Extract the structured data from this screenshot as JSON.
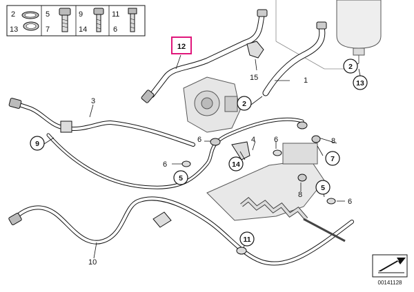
{
  "legend": {
    "cells": [
      {
        "top": "2",
        "bottom": "13"
      },
      {
        "top": "5",
        "bottom": "7"
      },
      {
        "top": "9",
        "bottom": "14"
      },
      {
        "top": "11",
        "bottom": "6"
      }
    ]
  },
  "callouts": {
    "highlight": "12",
    "plain": [
      {
        "id": "c1",
        "text": "1"
      },
      {
        "id": "c3",
        "text": "3"
      },
      {
        "id": "c4",
        "text": "4"
      },
      {
        "id": "c6a",
        "text": "6"
      },
      {
        "id": "c6b",
        "text": "6"
      },
      {
        "id": "c6c",
        "text": "6"
      },
      {
        "id": "c6d",
        "text": "6"
      },
      {
        "id": "c8a",
        "text": "8"
      },
      {
        "id": "c8b",
        "text": "8"
      },
      {
        "id": "c10",
        "text": "10"
      },
      {
        "id": "c15",
        "text": "15"
      }
    ],
    "circled": [
      {
        "id": "o2a",
        "text": "2"
      },
      {
        "id": "o2b",
        "text": "2"
      },
      {
        "id": "o13",
        "text": "13"
      },
      {
        "id": "o9",
        "text": "9"
      },
      {
        "id": "o5a",
        "text": "5"
      },
      {
        "id": "o5b",
        "text": "5"
      },
      {
        "id": "o7",
        "text": "7"
      },
      {
        "id": "o14",
        "text": "14"
      },
      {
        "id": "o11",
        "text": "11"
      }
    ]
  },
  "footer": {
    "code": "00141128"
  },
  "colors": {
    "highlight": "#e0157a",
    "line": "#111111",
    "part": "#d9d9d9",
    "bg": "#ffffff"
  }
}
